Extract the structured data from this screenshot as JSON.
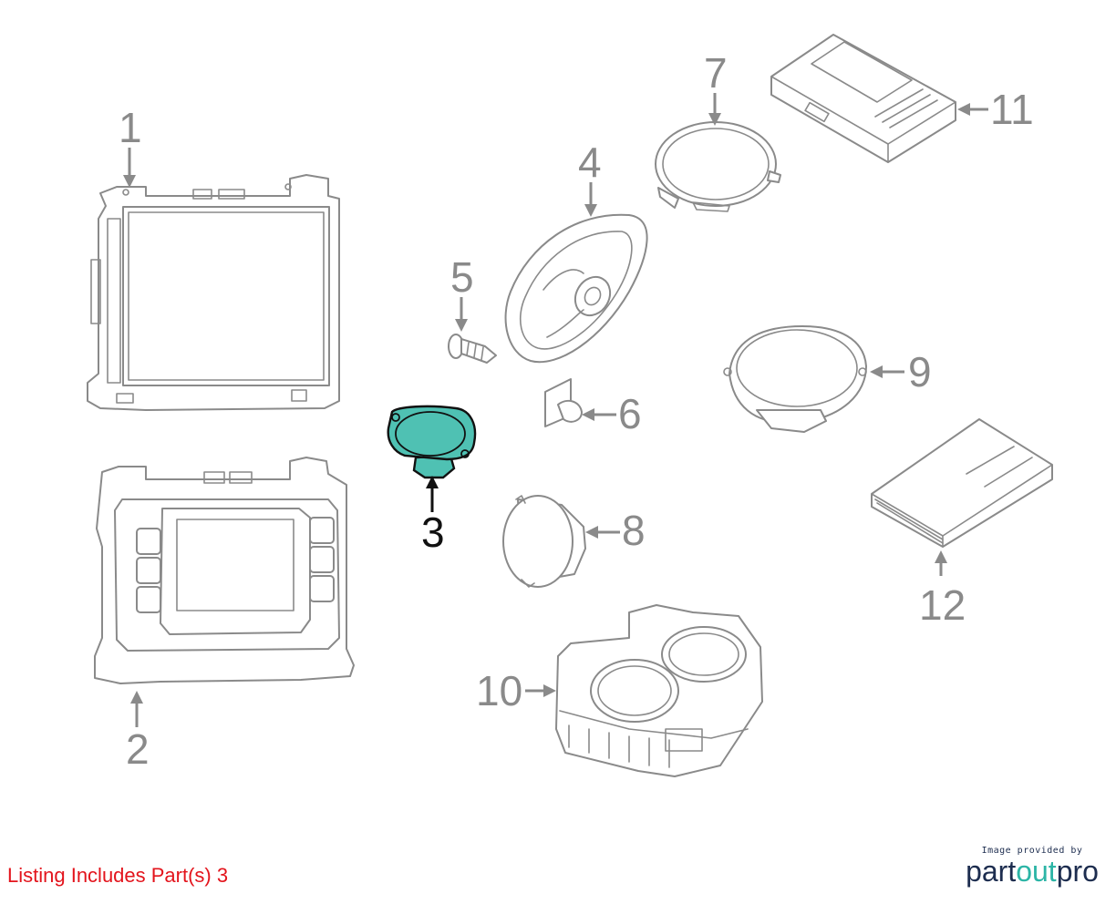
{
  "callouts": {
    "c1": "1",
    "c2": "2",
    "c3": "3",
    "c4": "4",
    "c5": "5",
    "c6": "6",
    "c7": "7",
    "c8": "8",
    "c9": "9",
    "c10": "10",
    "c11": "11",
    "c12": "12"
  },
  "highlighted_part": "3",
  "highlight_color": "#4fc1b3",
  "listing_note": "Listing Includes Part(s) 3",
  "listing_note_color": "#e3141c",
  "logo": {
    "provided_by": "Image provided by",
    "brand_part": "part",
    "brand_out": "out",
    "brand_pro": "pro",
    "brand_accent_color": "#2cb5a6"
  }
}
